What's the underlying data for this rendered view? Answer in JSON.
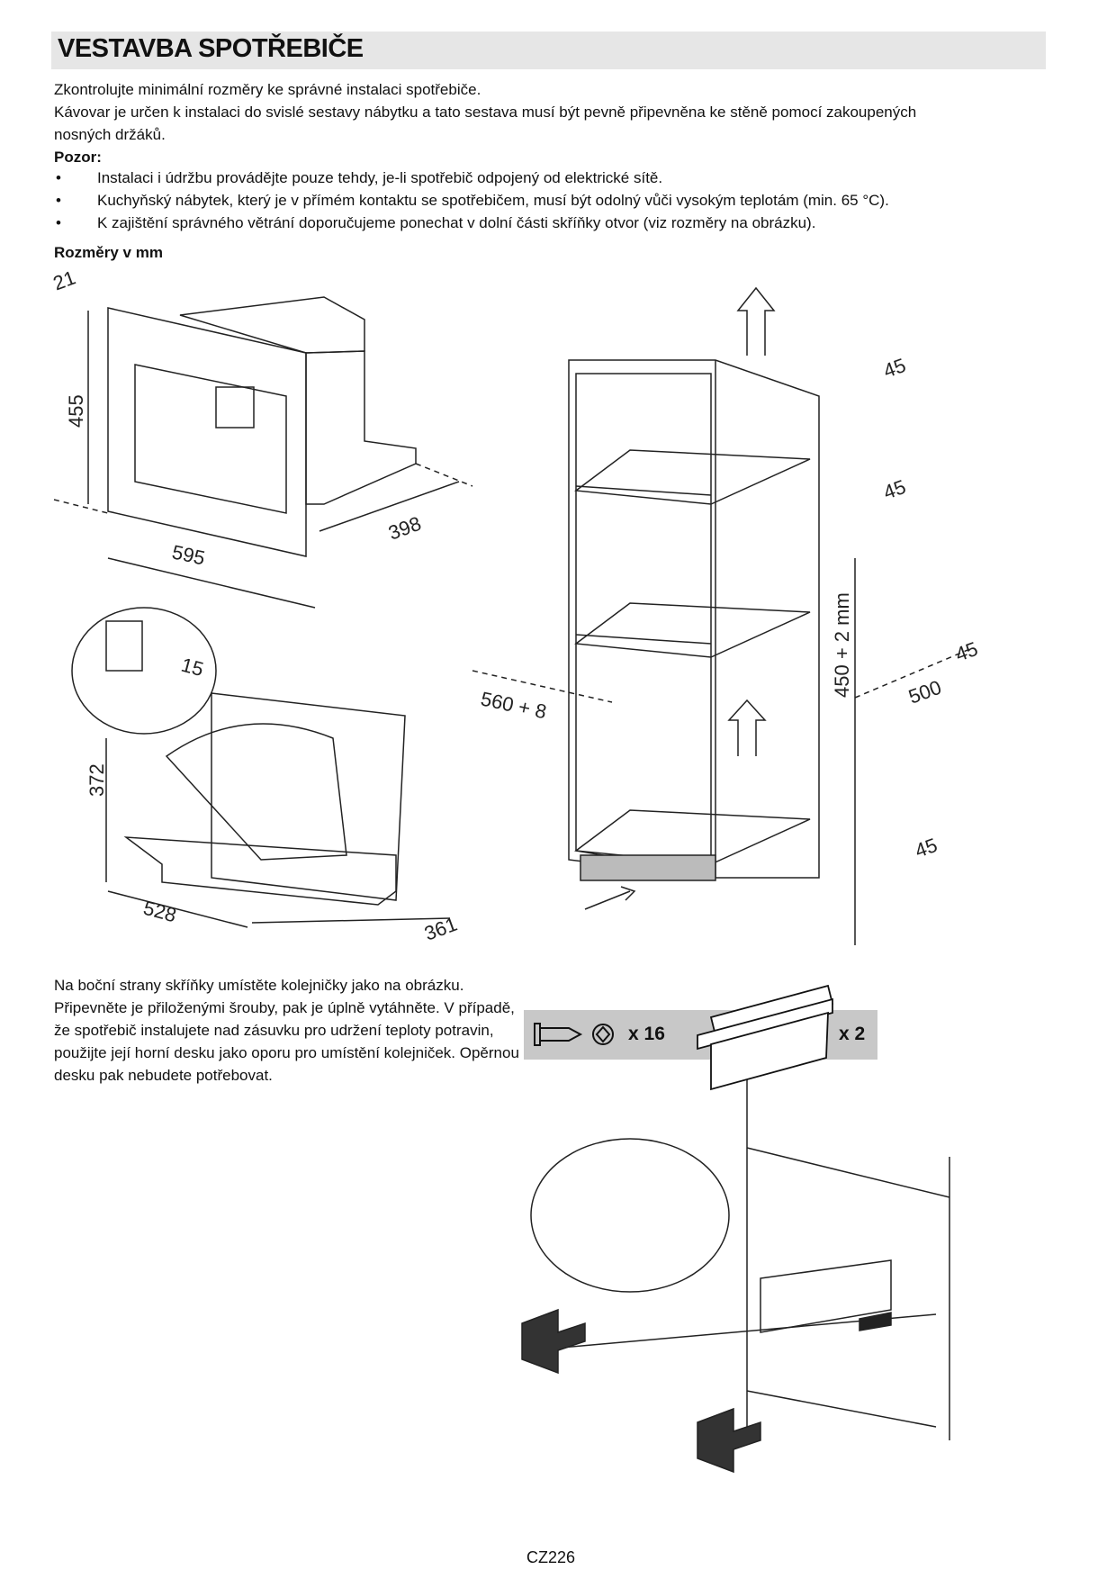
{
  "title": "VESTAVBA SPOTŘEBIČE",
  "intro": [
    "Zkontrolujte minimální rozměry ke správné instalaci spotřebiče.",
    "Kávovar je určen k instalaci do svislé sestavy nábytku a tato sestava musí být pevně připevněna ke stěně pomocí zakoupených",
    "nosných držáků."
  ],
  "warning_label": "Pozor:",
  "bullets": [
    "Instalaci i údržbu provádějte pouze tehdy, je-li spotřebič odpojený od elektrické sítě.",
    "Kuchyňský nábytek, který je v přímém kontaktu se spotřebičem, musí být odolný vůči vysokým teplotám (min. 65 °C).",
    "K zajištění správného větrání doporučujeme ponechat v dolní části skříňky otvor (viz rozměry na obrázku)."
  ],
  "bullet_glyph": "•",
  "dimensions_label": "Rozměry v mm",
  "dimensions": {
    "d21": "21",
    "d455": "455",
    "d398": "398",
    "d595": "595",
    "d15": "15",
    "d372": "372",
    "d528": "528",
    "d361": "361",
    "d45a": "45",
    "d45b": "45",
    "d45c": "45",
    "d45d": "45",
    "d450": "450 + 2 mm",
    "d500": "500",
    "d560": "560 + 8"
  },
  "rails_paragraph": "Na boční strany skříňky umístěte kolejničky jako na obrázku. Připevněte je přiloženými šrouby, pak je úplně vytáhněte. V případě, že spotřebič instalujete nad zásuvku pro udržení teploty potravin, použijte její horní desku jako oporu pro umístění kolejniček. Opěrnou desku pak nebudete potřebovat.",
  "parts": {
    "screws_qty": "x 16",
    "rails_qty": "x 2"
  },
  "page_number": "CZ226"
}
